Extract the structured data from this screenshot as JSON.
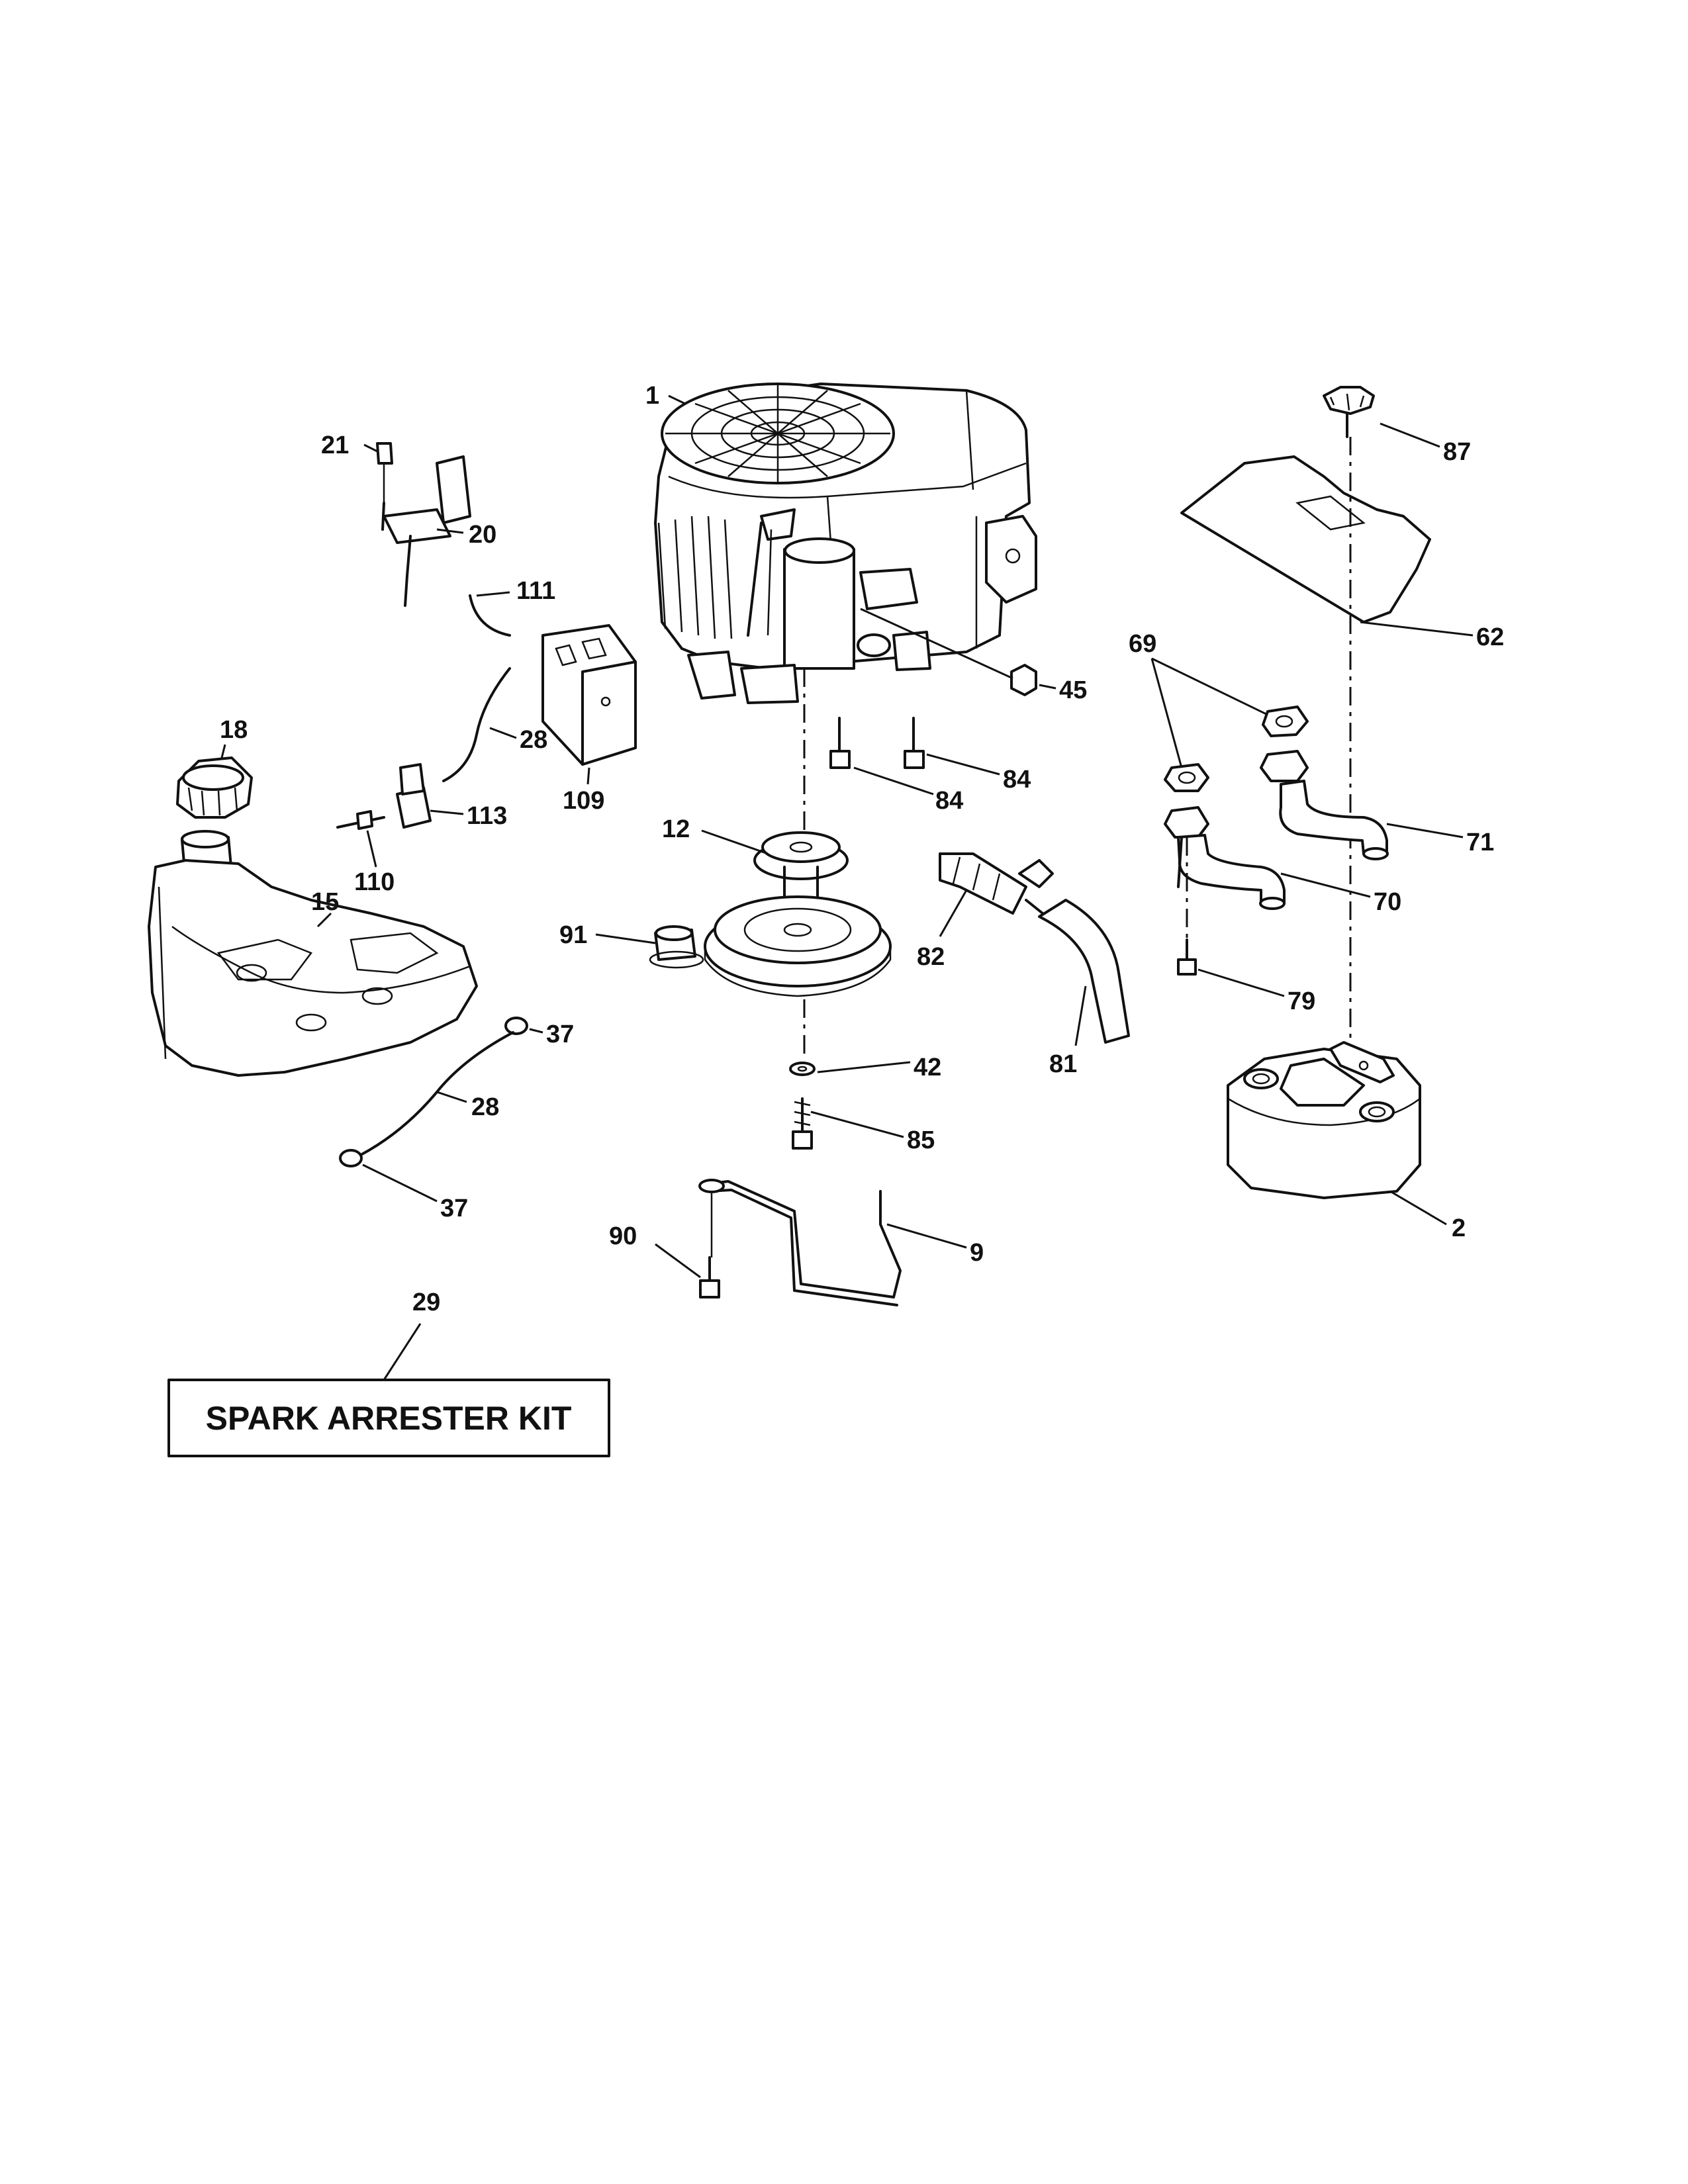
{
  "callouts": {
    "c1": "1",
    "c2": "2",
    "c9": "9",
    "c12": "12",
    "c15": "15",
    "c18": "18",
    "c20": "20",
    "c21": "21",
    "c28a": "28",
    "c28b": "28",
    "c29": "29",
    "c37a": "37",
    "c37b": "37",
    "c42": "42",
    "c45": "45",
    "c62": "62",
    "c69": "69",
    "c70": "70",
    "c71": "71",
    "c79": "79",
    "c81": "81",
    "c82": "82",
    "c84a": "84",
    "c84b": "84",
    "c85": "85",
    "c87": "87",
    "c90": "90",
    "c91": "91",
    "c109": "109",
    "c110": "110",
    "c111": "111",
    "c113": "113"
  },
  "kit_label": "SPARK ARRESTER KIT"
}
